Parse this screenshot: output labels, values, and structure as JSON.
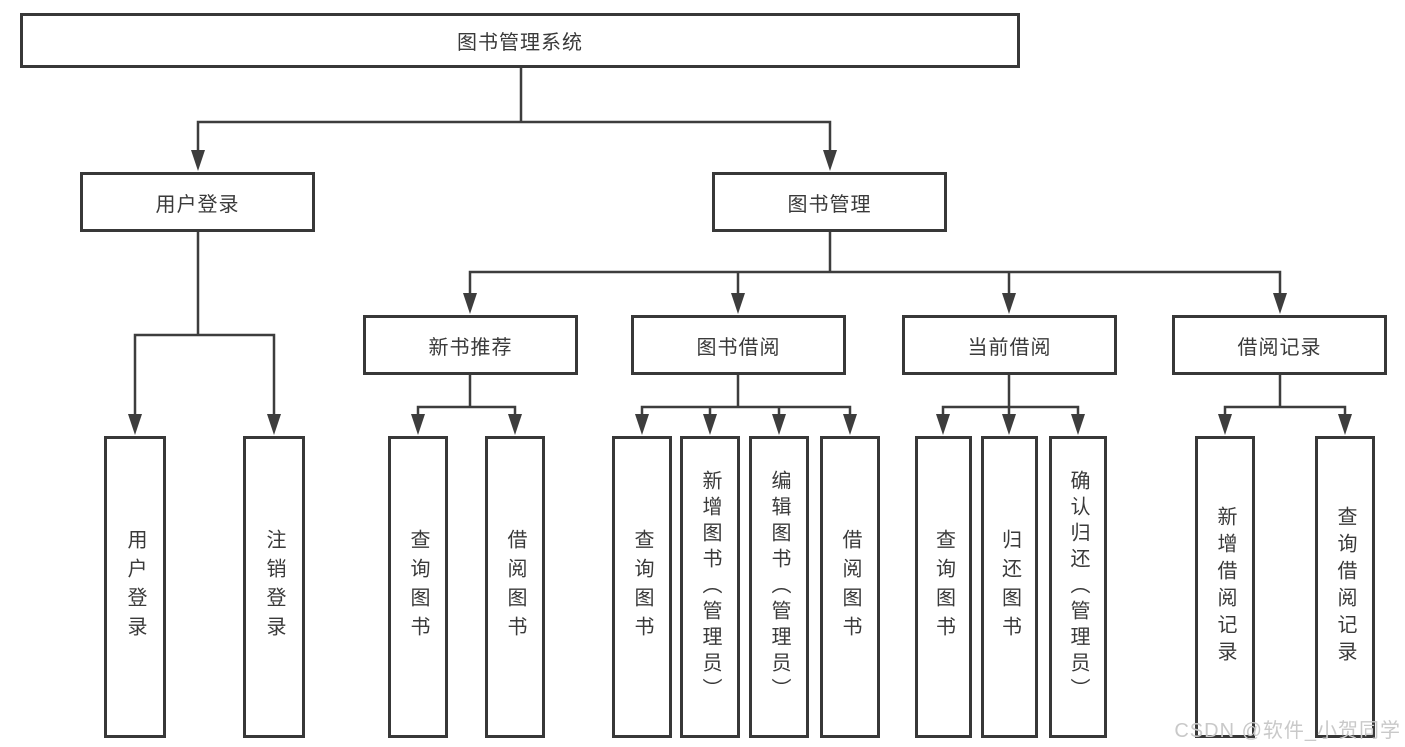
{
  "diagram": {
    "root": "图书管理系统",
    "level2": {
      "user_login": "用户登录",
      "book_mgmt": "图书管理"
    },
    "level3": {
      "new_books": "新书推荐",
      "book_borrow": "图书借阅",
      "current_borrow": "当前借阅",
      "borrow_records": "借阅记录"
    },
    "leaves": {
      "user": [
        "用户登录",
        "注销登录"
      ],
      "newbook": [
        "查询图书",
        "借阅图书"
      ],
      "borrow": [
        "查询图书",
        "新增图书（管理员）",
        "编辑图书（管理员）",
        "借阅图书"
      ],
      "current": [
        "查询图书",
        "归还图书",
        "确认归还（管理员）"
      ],
      "records": [
        "新增借阅记录",
        "查询借阅记录"
      ]
    }
  },
  "watermark": "CSDN @软件_小贺同学",
  "colors": {
    "line": "#3d3d3d",
    "border": "#383838",
    "text": "#3a3a3a",
    "watermark": "#c9c9c9",
    "background": "#ffffff"
  }
}
